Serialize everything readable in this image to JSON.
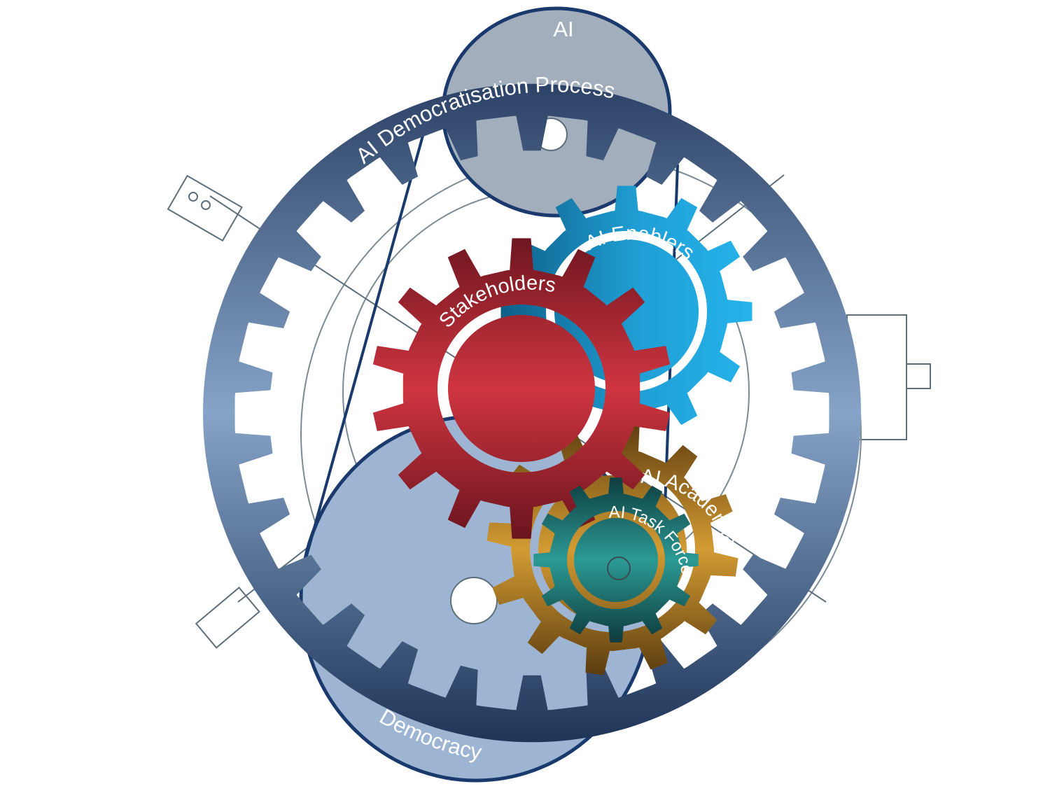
{
  "labels": {
    "ai": "AI",
    "process": "AI Democratisation Process",
    "enablers": "AI Enablers",
    "stakeholders": "Stakeholders",
    "academia": "AI Academia",
    "task_force": "AI Task Force",
    "democracy": "Democracy"
  },
  "colors": {
    "ring_top": "#2e4468",
    "ring_mid": "#7f9fc4",
    "ring_bottom": "#233a5e",
    "gray_gear": "#a3aebd",
    "light_blue_gear": "#9db5d2",
    "blue_gear": "#1fa6dc",
    "red_gear": "#c8313a",
    "gold_gear": "#c98f2b",
    "teal_gear": "#2a8f8a",
    "navy_line": "#1a3a6e",
    "sketch_line": "#5d6f7a"
  }
}
